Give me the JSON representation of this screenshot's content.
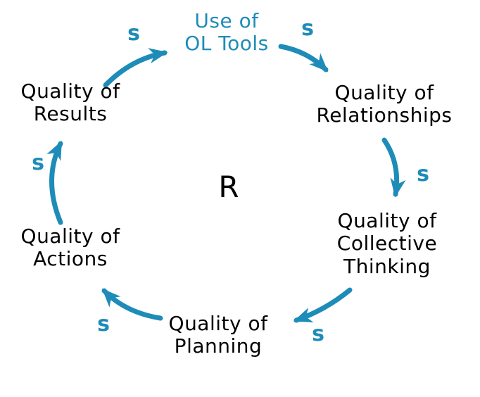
{
  "diagram": {
    "type": "causal-loop",
    "loop_label": "R",
    "accent_color": "#1e8cb8",
    "text_color": "#000000",
    "background_color": "#ffffff",
    "nodes": [
      {
        "id": "use-of-ol-tools",
        "lines": [
          "Use of",
          "OL Tools"
        ],
        "emphasis": "accent"
      },
      {
        "id": "quality-of-relationships",
        "lines": [
          "Quality of",
          "Relationships"
        ],
        "emphasis": "default"
      },
      {
        "id": "quality-of-collective-thinking",
        "lines": [
          "Quality of",
          "Collective",
          "Thinking"
        ],
        "emphasis": "default"
      },
      {
        "id": "quality-of-planning",
        "lines": [
          "Quality of",
          "Planning"
        ],
        "emphasis": "default"
      },
      {
        "id": "quality-of-actions",
        "lines": [
          "Quality of",
          "Actions"
        ],
        "emphasis": "default"
      },
      {
        "id": "quality-of-results",
        "lines": [
          "Quality of",
          "Results"
        ],
        "emphasis": "default"
      }
    ],
    "links": [
      {
        "from": "quality-of-results",
        "to": "use-of-ol-tools",
        "polarity": "s"
      },
      {
        "from": "use-of-ol-tools",
        "to": "quality-of-relationships",
        "polarity": "s"
      },
      {
        "from": "quality-of-relationships",
        "to": "quality-of-collective-thinking",
        "polarity": "s"
      },
      {
        "from": "quality-of-collective-thinking",
        "to": "quality-of-planning",
        "polarity": "s"
      },
      {
        "from": "quality-of-planning",
        "to": "quality-of-actions",
        "polarity": "s"
      },
      {
        "from": "quality-of-actions",
        "to": "quality-of-results",
        "polarity": "s"
      }
    ]
  }
}
